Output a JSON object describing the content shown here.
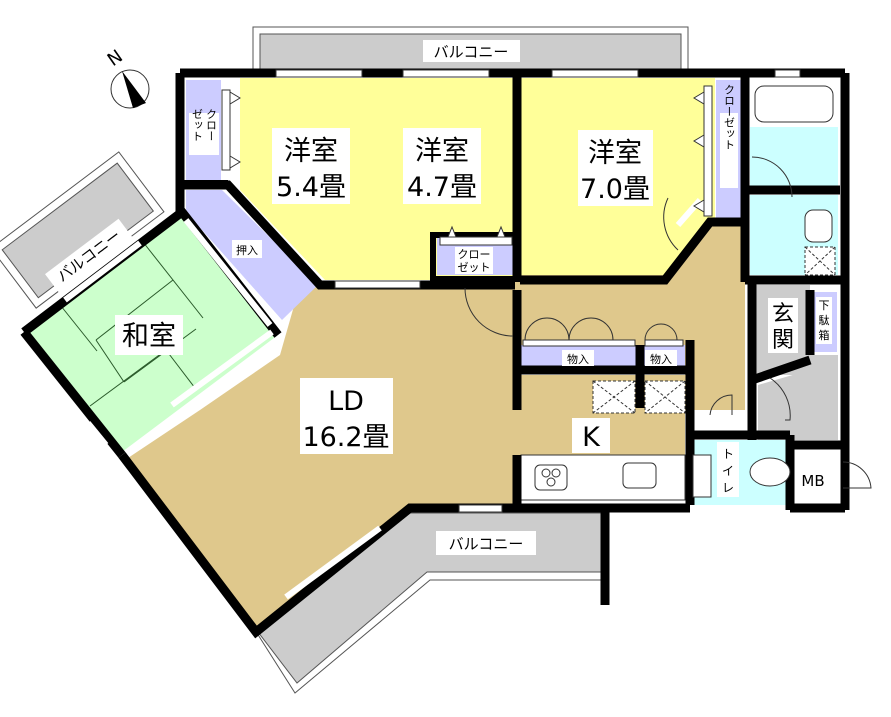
{
  "plan": {
    "compass": {
      "label": "N",
      "icon": "north-arrow-icon"
    },
    "colors": {
      "wall": "#000000",
      "western_room": "#ffff99",
      "living_dining": "#dfc88c",
      "japanese_room": "#ccffcc",
      "storage": "#ccccff",
      "wet_area": "#ccffff",
      "balcony": "#cccccc",
      "entrance": "#cccccc"
    },
    "rooms": {
      "western1": {
        "name": "洋室",
        "size": "5.4畳"
      },
      "western2": {
        "name": "洋室",
        "size": "4.7畳"
      },
      "western3": {
        "name": "洋室",
        "size": "7.0畳"
      },
      "japanese": {
        "name": "和室"
      },
      "ld": {
        "name": "LD",
        "size": "16.2畳"
      },
      "kitchen": {
        "name": "K"
      },
      "entrance": {
        "name1": "玄",
        "name2": "関"
      },
      "toilet": {
        "name1": "ト",
        "name2": "イ",
        "name3": "レ"
      },
      "mb": {
        "name": "MB"
      }
    },
    "storage": {
      "closet_left": {
        "line1": "クロー",
        "line2": "ゼット"
      },
      "closet_center": {
        "line1": "クロー",
        "line2": "ゼット"
      },
      "closet_right": {
        "label": "クローゼット"
      },
      "oshiire": {
        "label": "押入"
      },
      "storage1": {
        "label": "物入"
      },
      "storage2": {
        "label": "物入"
      },
      "shoe_box": {
        "line1": "下",
        "line2": "駄",
        "line3": "箱"
      }
    },
    "balconies": {
      "top": "バルコニー",
      "left": "バルコニー",
      "bottom": "バルコニー"
    }
  }
}
